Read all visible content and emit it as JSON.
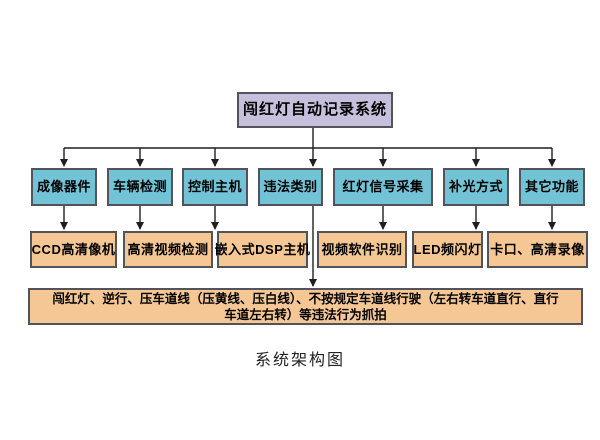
{
  "root": {
    "label": "闯红灯自动记录系统"
  },
  "categories": [
    {
      "label": "成像器件"
    },
    {
      "label": "车辆检测"
    },
    {
      "label": "控制主机"
    },
    {
      "label": "违法类别"
    },
    {
      "label": "红灯信号采集"
    },
    {
      "label": "补光方式"
    },
    {
      "label": "其它功能"
    }
  ],
  "details": [
    {
      "label": "CCD高清像机"
    },
    {
      "label": "高清视频检测"
    },
    {
      "label": "嵌入式DSP主机"
    },
    {
      "label": "视频软件识别"
    },
    {
      "label": "LED频闪灯"
    },
    {
      "label": "卡口、高清录像"
    }
  ],
  "summary": {
    "lines": [
      "闯红灯、逆行、压车道线（压黄线、压白线）、不按规定车道线行驶（左右转车道直行、直行",
      "车道左右转）等违法行为抓拍"
    ]
  },
  "caption": "系统架构图",
  "colors": {
    "background": "#ffffff",
    "root_fill": "#c6c0dd",
    "category_fill": "#73c3d7",
    "detail_fill": "#f5c795",
    "border": "#53535b",
    "line": "#1f1f1f",
    "text": "#000000"
  }
}
